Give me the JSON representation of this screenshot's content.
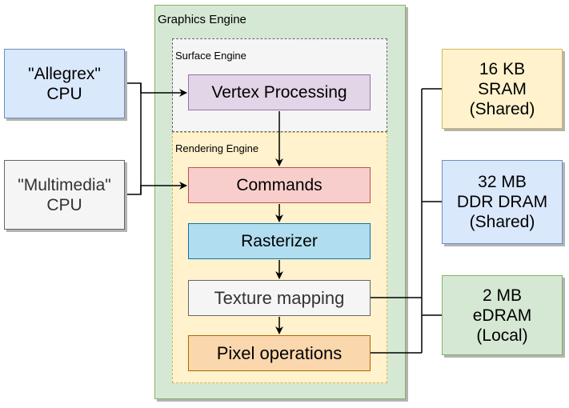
{
  "containers": {
    "graphics_engine": "Graphics Engine",
    "surface_engine": "Surface Engine",
    "rendering_engine": "Rendering Engine"
  },
  "cpus": {
    "allegrex": "\"Allegrex\"\nCPU",
    "multimedia": "\"Multimedia\"\nCPU"
  },
  "pipeline": {
    "vertex": "Vertex Processing",
    "commands": "Commands",
    "rasterizer": "Rasterizer",
    "texture": "Texture mapping",
    "pixel": "Pixel operations"
  },
  "memory": {
    "sram": "16 KB\nSRAM\n(Shared)",
    "dram": "32 MB\nDDR DRAM\n(Shared)",
    "edram": "2 MB\neDRAM\n(Local)"
  }
}
